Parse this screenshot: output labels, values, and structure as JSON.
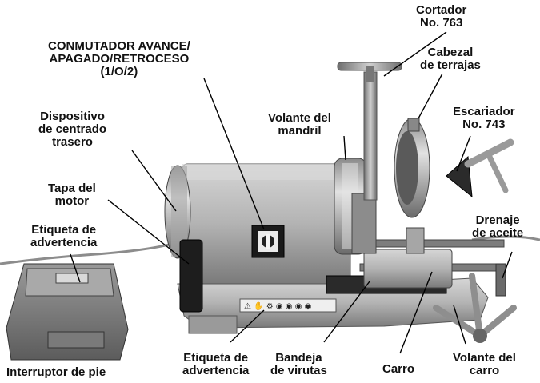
{
  "figure": {
    "callouts": [
      {
        "id": "cutter",
        "lines": [
          "Cortador",
          "No. 763"
        ]
      },
      {
        "id": "switch",
        "lines": [
          "CONMUTADOR AVANCE/",
          "APAGADO/RETROCESO",
          "(1/O/2)"
        ]
      },
      {
        "id": "diehead",
        "lines": [
          "Cabezal",
          "de terrajas"
        ]
      },
      {
        "id": "rear-centering",
        "lines": [
          "Dispositivo",
          "de centrado",
          "trasero"
        ]
      },
      {
        "id": "chuck-handwheel",
        "lines": [
          "Volante del",
          "mandril"
        ]
      },
      {
        "id": "reamer",
        "lines": [
          "Escariador",
          "No. 743"
        ]
      },
      {
        "id": "motor-cover",
        "lines": [
          "Tapa del",
          "motor"
        ]
      },
      {
        "id": "oil-drain",
        "lines": [
          "Drenaje",
          "de aceite"
        ]
      },
      {
        "id": "warning-label-top",
        "lines": [
          "Etiqueta de",
          "advertencia"
        ]
      },
      {
        "id": "foot-switch",
        "lines": [
          "Interruptor de pie"
        ]
      },
      {
        "id": "warning-label-bottom",
        "lines": [
          "Etiqueta de",
          "advertencia"
        ]
      },
      {
        "id": "chip-tray",
        "lines": [
          "Bandeja",
          "de virutas"
        ]
      },
      {
        "id": "carriage",
        "lines": [
          "Carro"
        ]
      },
      {
        "id": "carriage-handwheel",
        "lines": [
          "Volante del",
          "carro"
        ]
      }
    ],
    "colors": {
      "body": "#b9b9b9",
      "body_dark": "#6e6e6e",
      "body_light": "#d8d8d8",
      "black_part": "#1c1c1c",
      "steel": "#9a9a9a"
    }
  }
}
